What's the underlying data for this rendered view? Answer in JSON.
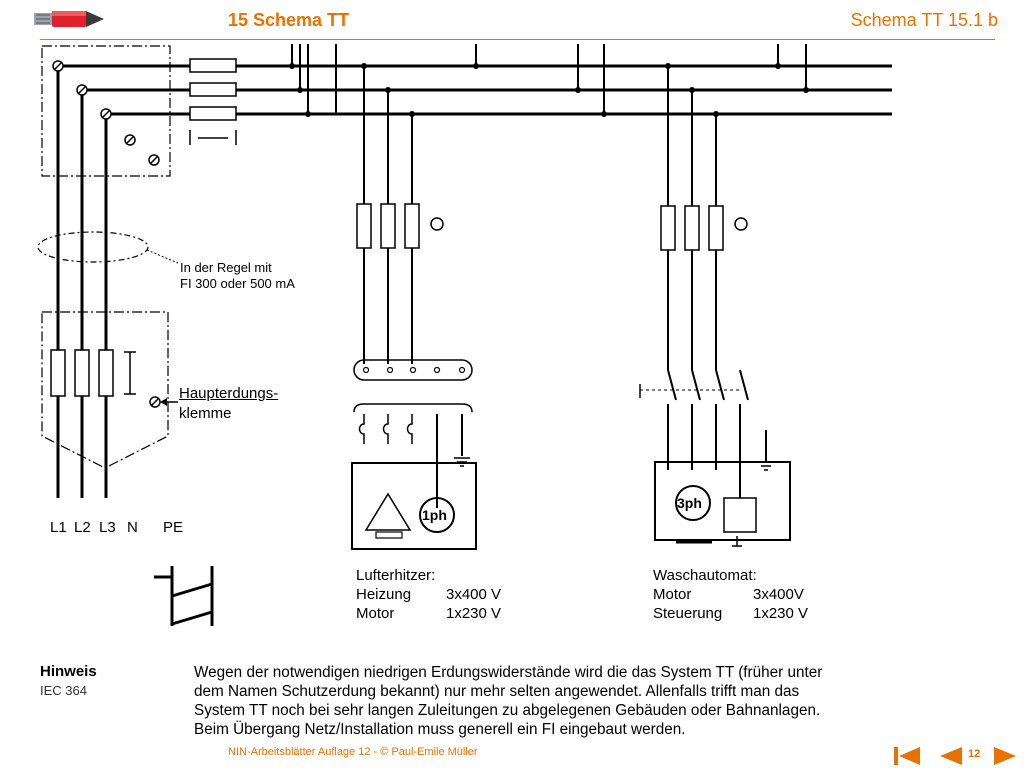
{
  "header": {
    "title": "15  Schema TT",
    "reference": "Schema TT  15.1 b"
  },
  "diagram": {
    "fi_note": [
      "In der Regel mit",
      "FI 300 oder 500 mA"
    ],
    "main_earth_terminal": [
      "Haupterdungs-",
      "klemme"
    ],
    "conductors": [
      "L1",
      "L2",
      "L3",
      "N",
      "PE"
    ],
    "heater_symbol": "1ph",
    "washer_symbol": "3ph",
    "air_heater": {
      "title": "Lufterhitzer:",
      "rows": [
        {
          "name": "Heizung",
          "value": "3x400 V"
        },
        {
          "name": "Motor",
          "value": "1x230 V"
        }
      ]
    },
    "washing_machine": {
      "title": "Waschautomat:",
      "rows": [
        {
          "name": "Motor",
          "value": "3x400V"
        },
        {
          "name": "Steuerung",
          "value": "1x230 V"
        }
      ]
    }
  },
  "note": {
    "title": "Hinweis",
    "reference": "IEC 364",
    "lines": [
      "Wegen der notwendigen niedrigen Erdungswiderstände wird die das System TT (früher unter",
      "dem Namen Schutzerdung bekannt) nur mehr selten angewendet. Allenfalls trifft man das",
      "System TT noch bei sehr langen Zuleitungen zu abgelegenen Gebäuden oder Bahnanlagen.",
      "Beim Übergang Netz/Installation muss generell ein FI eingebaut werden."
    ]
  },
  "footer": {
    "text": "NIN-Arbeitsblätter Auflage 12 -  © Paul-Emile Müller",
    "page": "12"
  },
  "colors": {
    "accent": "#e87200",
    "pencil_red": "#e0202a",
    "line": "#000000"
  },
  "icons": [
    "pencil-logo-icon",
    "first-page-icon",
    "previous-page-icon",
    "next-page-icon"
  ]
}
